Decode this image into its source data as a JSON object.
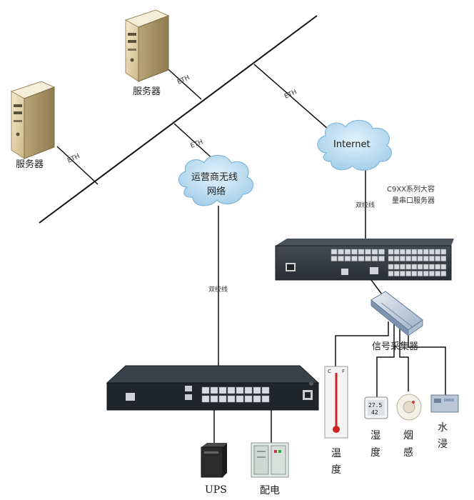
{
  "labels": {
    "server": "服务器",
    "eth": "ETH",
    "internet": "Internet",
    "wireless_line1": "运营商无线",
    "wireless_line2": "网络",
    "twisted_pair": "双绞线",
    "c9xx_line1": "C9XX系列大容",
    "c9xx_line2": "量串口服务器",
    "collector": "信号采集器",
    "temperature": [
      "温",
      "度"
    ],
    "humidity": [
      "湿",
      "度"
    ],
    "smoke": [
      "烟",
      "感"
    ],
    "water": [
      "水",
      "浸"
    ],
    "ups": "UPS",
    "power": "配电",
    "thermo_c": "C",
    "thermo_f": "F",
    "hygro_value": "27.5",
    "hygro_value2": "42"
  },
  "colors": {
    "cloud_fill": "#b9dcf2",
    "cloud_stroke": "#7fb6d9",
    "device_dark": "#2b3036",
    "device_face": "#1d2227",
    "port": "#d9dde1",
    "server_face": "#e9dcb3",
    "server_side": "#c8b78a",
    "line": "#111111"
  }
}
